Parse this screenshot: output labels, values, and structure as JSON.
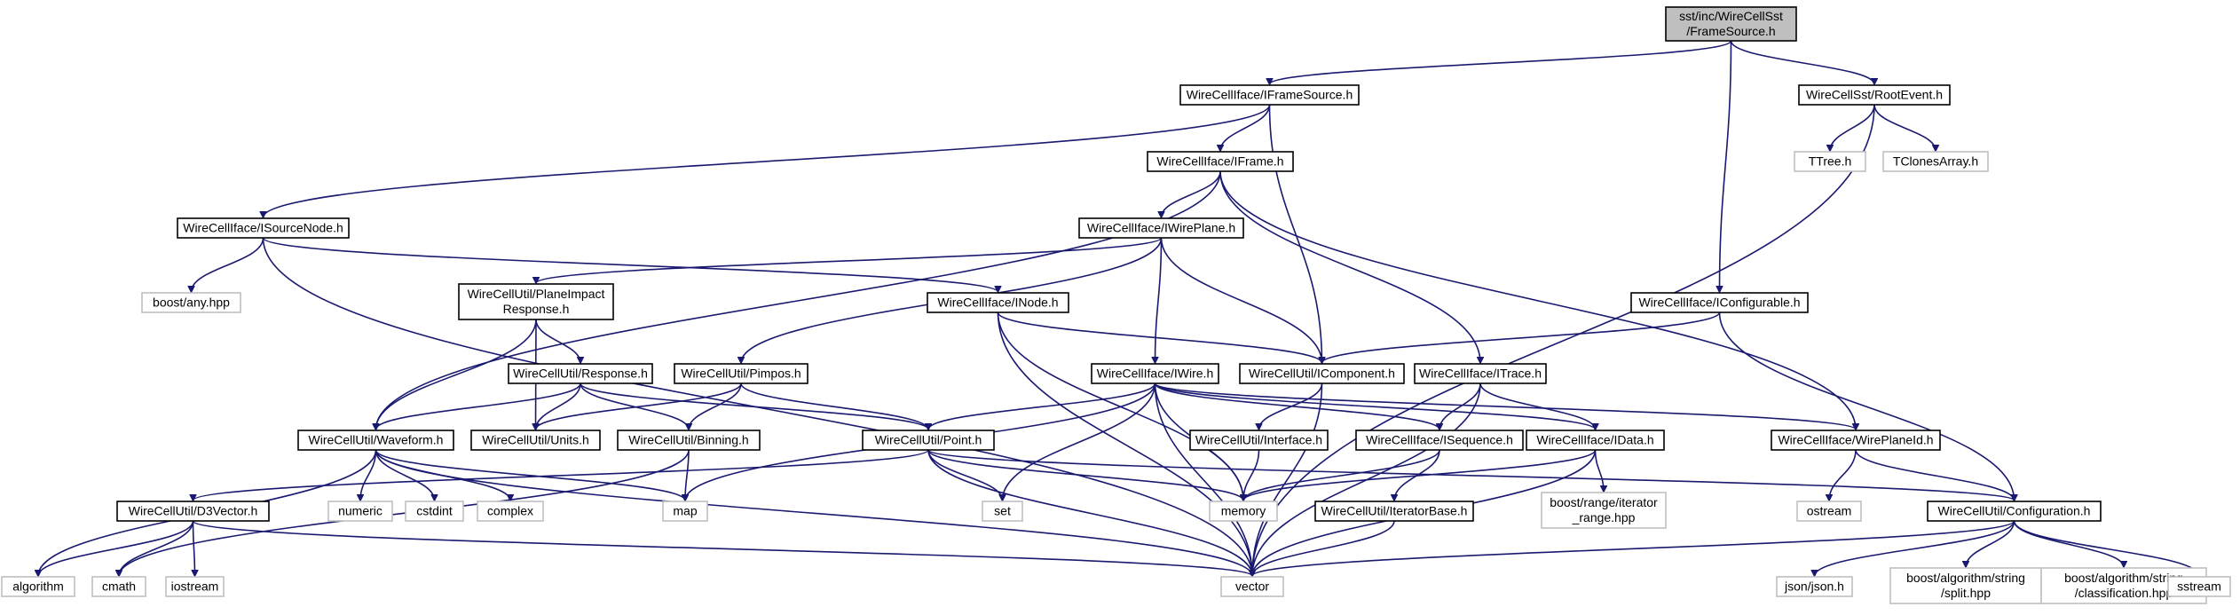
{
  "nodes": [
    {
      "id": "root",
      "lines": [
        "sst/inc/WireCellSst",
        "/FrameSource.h"
      ],
      "kind": "root"
    },
    {
      "id": "iframesource",
      "lines": [
        "WireCellIface/IFrameSource.h"
      ],
      "kind": "local"
    },
    {
      "id": "rootevent",
      "lines": [
        "WireCellSst/RootEvent.h"
      ],
      "kind": "local"
    },
    {
      "id": "iframe",
      "lines": [
        "WireCellIface/IFrame.h"
      ],
      "kind": "local"
    },
    {
      "id": "ttree",
      "lines": [
        "TTree.h"
      ],
      "kind": "external"
    },
    {
      "id": "tclones",
      "lines": [
        "TClonesArray.h"
      ],
      "kind": "external"
    },
    {
      "id": "isourcenode",
      "lines": [
        "WireCellIface/ISourceNode.h"
      ],
      "kind": "local"
    },
    {
      "id": "iwireplane",
      "lines": [
        "WireCellIface/IWirePlane.h"
      ],
      "kind": "local"
    },
    {
      "id": "boostany",
      "lines": [
        "boost/any.hpp"
      ],
      "kind": "external"
    },
    {
      "id": "planeimpact",
      "lines": [
        "WireCellUtil/PlaneImpact",
        "Response.h"
      ],
      "kind": "local"
    },
    {
      "id": "inode",
      "lines": [
        "WireCellIface/INode.h"
      ],
      "kind": "local"
    },
    {
      "id": "iconfigurable",
      "lines": [
        "WireCellIface/IConfigurable.h"
      ],
      "kind": "local"
    },
    {
      "id": "response",
      "lines": [
        "WireCellUtil/Response.h"
      ],
      "kind": "local"
    },
    {
      "id": "pimpos",
      "lines": [
        "WireCellUtil/Pimpos.h"
      ],
      "kind": "local"
    },
    {
      "id": "iwire",
      "lines": [
        "WireCellIface/IWire.h"
      ],
      "kind": "local"
    },
    {
      "id": "icomponent",
      "lines": [
        "WireCellUtil/IComponent.h"
      ],
      "kind": "local"
    },
    {
      "id": "itrace",
      "lines": [
        "WireCellIface/ITrace.h"
      ],
      "kind": "local"
    },
    {
      "id": "waveform",
      "lines": [
        "WireCellUtil/Waveform.h"
      ],
      "kind": "local"
    },
    {
      "id": "units",
      "lines": [
        "WireCellUtil/Units.h"
      ],
      "kind": "local"
    },
    {
      "id": "binning",
      "lines": [
        "WireCellUtil/Binning.h"
      ],
      "kind": "local"
    },
    {
      "id": "point",
      "lines": [
        "WireCellUtil/Point.h"
      ],
      "kind": "local"
    },
    {
      "id": "interface",
      "lines": [
        "WireCellUtil/Interface.h"
      ],
      "kind": "local"
    },
    {
      "id": "isequence",
      "lines": [
        "WireCellIface/ISequence.h"
      ],
      "kind": "local"
    },
    {
      "id": "idata",
      "lines": [
        "WireCellIface/IData.h"
      ],
      "kind": "local"
    },
    {
      "id": "wireplaneid",
      "lines": [
        "WireCellIface/WirePlaneId.h"
      ],
      "kind": "local"
    },
    {
      "id": "d3vector",
      "lines": [
        "WireCellUtil/D3Vector.h"
      ],
      "kind": "local"
    },
    {
      "id": "numeric",
      "lines": [
        "numeric"
      ],
      "kind": "external"
    },
    {
      "id": "cstdint",
      "lines": [
        "cstdint"
      ],
      "kind": "external"
    },
    {
      "id": "complex",
      "lines": [
        "complex"
      ],
      "kind": "external"
    },
    {
      "id": "map",
      "lines": [
        "map"
      ],
      "kind": "external"
    },
    {
      "id": "set",
      "lines": [
        "set"
      ],
      "kind": "external"
    },
    {
      "id": "memory",
      "lines": [
        "memory"
      ],
      "kind": "external"
    },
    {
      "id": "iteratorbase",
      "lines": [
        "WireCellUtil/IteratorBase.h"
      ],
      "kind": "local"
    },
    {
      "id": "boostrange",
      "lines": [
        "boost/range/iterator",
        "_range.hpp"
      ],
      "kind": "external"
    },
    {
      "id": "ostream",
      "lines": [
        "ostream"
      ],
      "kind": "external"
    },
    {
      "id": "configuration",
      "lines": [
        "WireCellUtil/Configuration.h"
      ],
      "kind": "local"
    },
    {
      "id": "algorithm",
      "lines": [
        "algorithm"
      ],
      "kind": "external"
    },
    {
      "id": "cmath",
      "lines": [
        "cmath"
      ],
      "kind": "external"
    },
    {
      "id": "iostream",
      "lines": [
        "iostream"
      ],
      "kind": "external"
    },
    {
      "id": "vector",
      "lines": [
        "vector"
      ],
      "kind": "external"
    },
    {
      "id": "jsonh",
      "lines": [
        "json/json.h"
      ],
      "kind": "external"
    },
    {
      "id": "boostsplit",
      "lines": [
        "boost/algorithm/string",
        "/split.hpp"
      ],
      "kind": "external"
    },
    {
      "id": "boostclass",
      "lines": [
        "boost/algorithm/string",
        "/classification.hpp"
      ],
      "kind": "external"
    },
    {
      "id": "sstream",
      "lines": [
        "sstream"
      ],
      "kind": "external"
    }
  ],
  "edges": [
    [
      "root",
      "iframesource"
    ],
    [
      "root",
      "rootevent"
    ],
    [
      "root",
      "iconfigurable"
    ],
    [
      "iframesource",
      "iframe"
    ],
    [
      "iframesource",
      "isourcenode"
    ],
    [
      "iframesource",
      "icomponent"
    ],
    [
      "rootevent",
      "ttree"
    ],
    [
      "rootevent",
      "tclones"
    ],
    [
      "rootevent",
      "vector"
    ],
    [
      "iframe",
      "iwireplane"
    ],
    [
      "iframe",
      "waveform"
    ],
    [
      "iframe",
      "itrace"
    ],
    [
      "iframe",
      "wireplaneid"
    ],
    [
      "isourcenode",
      "boostany"
    ],
    [
      "isourcenode",
      "inode"
    ],
    [
      "isourcenode",
      "vector"
    ],
    [
      "iwireplane",
      "planeimpact"
    ],
    [
      "iwireplane",
      "pimpos"
    ],
    [
      "iwireplane",
      "iwire"
    ],
    [
      "iwireplane",
      "icomponent"
    ],
    [
      "planeimpact",
      "response"
    ],
    [
      "planeimpact",
      "waveform"
    ],
    [
      "planeimpact",
      "units"
    ],
    [
      "inode",
      "icomponent"
    ],
    [
      "inode",
      "memory"
    ],
    [
      "inode",
      "vector"
    ],
    [
      "iconfigurable",
      "icomponent"
    ],
    [
      "iconfigurable",
      "configuration"
    ],
    [
      "response",
      "waveform"
    ],
    [
      "response",
      "units"
    ],
    [
      "response",
      "binning"
    ],
    [
      "response",
      "point"
    ],
    [
      "pimpos",
      "units"
    ],
    [
      "pimpos",
      "binning"
    ],
    [
      "pimpos",
      "point"
    ],
    [
      "iwire",
      "point"
    ],
    [
      "iwire",
      "wireplaneid"
    ],
    [
      "iwire",
      "isequence"
    ],
    [
      "iwire",
      "idata"
    ],
    [
      "iwire",
      "map"
    ],
    [
      "iwire",
      "set"
    ],
    [
      "iwire",
      "memory"
    ],
    [
      "iwire",
      "vector"
    ],
    [
      "icomponent",
      "interface"
    ],
    [
      "icomponent",
      "vector"
    ],
    [
      "itrace",
      "idata"
    ],
    [
      "itrace",
      "isequence"
    ],
    [
      "itrace",
      "vector"
    ],
    [
      "waveform",
      "numeric"
    ],
    [
      "waveform",
      "cstdint"
    ],
    [
      "waveform",
      "complex"
    ],
    [
      "waveform",
      "map"
    ],
    [
      "waveform",
      "algorithm"
    ],
    [
      "waveform",
      "vector"
    ],
    [
      "binning",
      "map"
    ],
    [
      "binning",
      "cmath"
    ],
    [
      "point",
      "d3vector"
    ],
    [
      "point",
      "set"
    ],
    [
      "point",
      "memory"
    ],
    [
      "point",
      "configuration"
    ],
    [
      "point",
      "vector"
    ],
    [
      "interface",
      "memory"
    ],
    [
      "isequence",
      "iteratorbase"
    ],
    [
      "isequence",
      "memory"
    ],
    [
      "idata",
      "memory"
    ],
    [
      "idata",
      "boostrange"
    ],
    [
      "idata",
      "vector"
    ],
    [
      "wireplaneid",
      "ostream"
    ],
    [
      "wireplaneid",
      "configuration"
    ],
    [
      "d3vector",
      "algorithm"
    ],
    [
      "d3vector",
      "cmath"
    ],
    [
      "d3vector",
      "iostream"
    ],
    [
      "d3vector",
      "vector"
    ],
    [
      "iteratorbase",
      "vector"
    ],
    [
      "configuration",
      "vector"
    ],
    [
      "configuration",
      "jsonh"
    ],
    [
      "configuration",
      "boostsplit"
    ],
    [
      "configuration",
      "boostclass"
    ],
    [
      "configuration",
      "sstream"
    ]
  ]
}
